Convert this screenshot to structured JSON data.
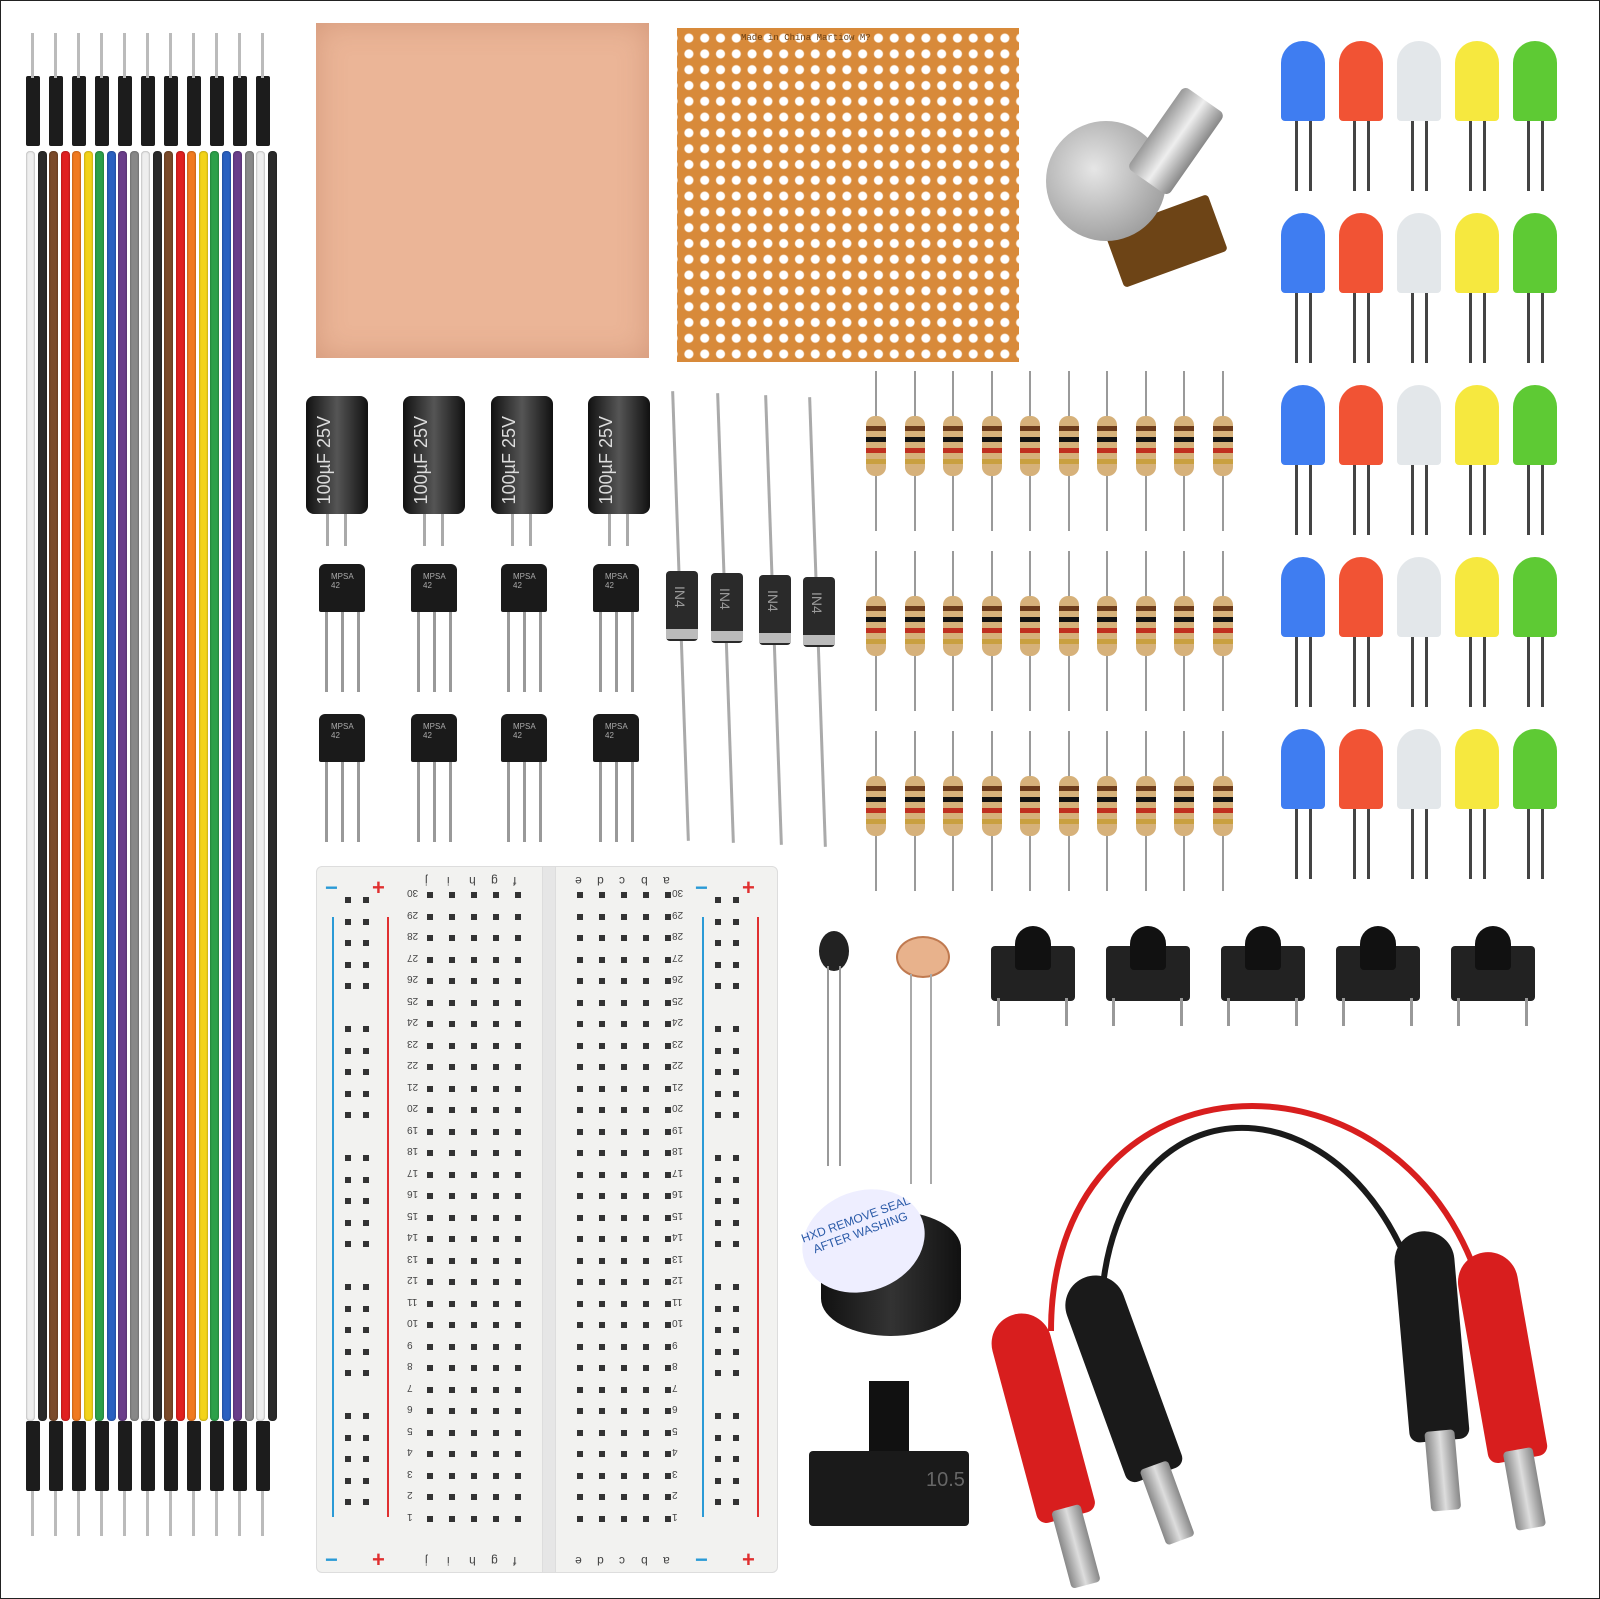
{
  "jumper_wires": {
    "colors": [
      "#eeeeee",
      "#2a2a2a",
      "#7a4a2a",
      "#e02020",
      "#f07a20",
      "#f3d31a",
      "#2ca04a",
      "#2a60c0",
      "#6a3e8a",
      "#888888",
      "#eeeeee",
      "#2a2a2a",
      "#7a4a2a",
      "#e02020",
      "#f07a20",
      "#f3d31a",
      "#2ca04a",
      "#2a60c0",
      "#6a3e8a",
      "#888888",
      "#eeeeee",
      "#2a2a2a"
    ]
  },
  "perfboard": {
    "label": "Made in China Martiow M?"
  },
  "capacitors": {
    "label": "100µF 25V",
    "count": 4
  },
  "transistors": {
    "label": "MPSA 42",
    "count": 8
  },
  "diodes": {
    "label": "IN4",
    "count": 4
  },
  "resistors": {
    "rows": 3,
    "per_row": 10
  },
  "leds": {
    "rows": 5,
    "colors": {
      "blue": "#2a6ff0",
      "red": "#f0401e",
      "white": "#e0e4e8",
      "yellow": "#f5e52a",
      "green": "#4cc41e"
    }
  },
  "breadboard": {
    "letters_left": [
      "j",
      "i",
      "h",
      "g",
      "f"
    ],
    "letters_right": [
      "e",
      "d",
      "c",
      "b",
      "a"
    ],
    "rows": 30,
    "minus": "−",
    "plus": "+",
    "minus_color": "#2a9ad6",
    "plus_color": "#e03030"
  },
  "buzzer": {
    "label": "HXD REMOVE SEAL AFTER WASHING"
  },
  "slide_switch": {
    "label": "10.5"
  },
  "push_buttons": {
    "count": 5
  },
  "alligator_clips": {
    "colors": [
      "#d81e1e",
      "#1a1a1a",
      "#1a1a1a",
      "#d81e1e"
    ]
  }
}
